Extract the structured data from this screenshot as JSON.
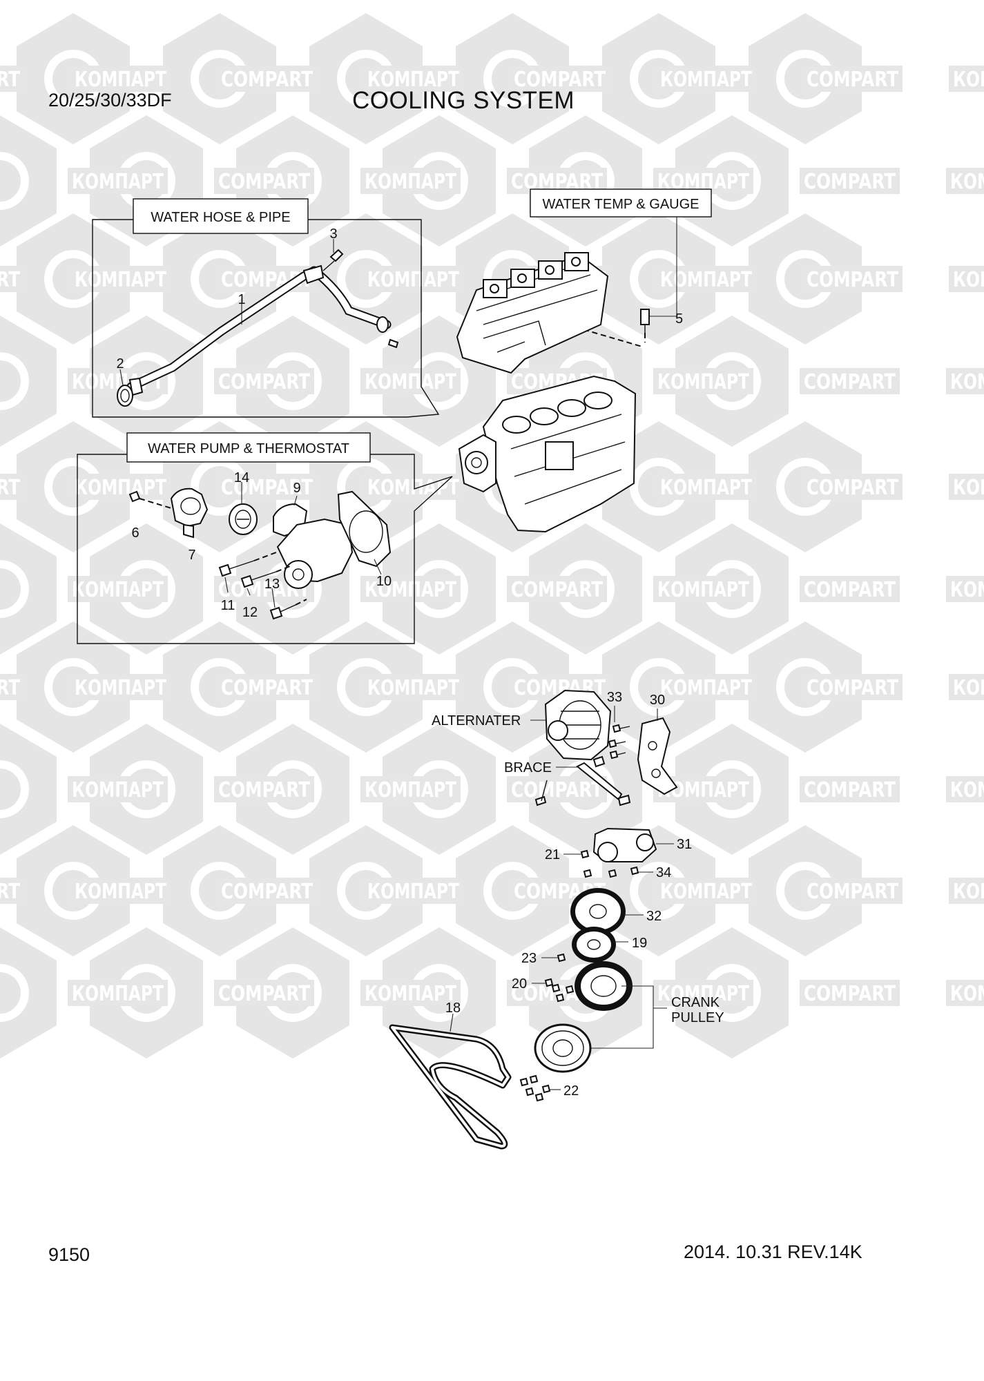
{
  "header": {
    "model": "20/25/30/33DF",
    "title": "COOLING SYSTEM"
  },
  "footer": {
    "page_number": "9150",
    "revision": "2014. 10.31  REV.14K"
  },
  "watermark": {
    "text_cyrillic": "КОМПАРТ",
    "text_latin": "COMPART"
  },
  "groups": {
    "hose": "WATER HOSE & PIPE",
    "temp": "WATER TEMP & GAUGE",
    "pump": "WATER PUMP & THERMOSTAT"
  },
  "callouts": {
    "alternater": "ALTERNATER",
    "brace": "BRACE",
    "crank_line1": "CRANK",
    "crank_line2": "PULLEY"
  },
  "parts": {
    "p1": "1",
    "p2": "2",
    "p3": "3",
    "p5": "5",
    "p6": "6",
    "p7": "7",
    "p9": "9",
    "p10": "10",
    "p11": "11",
    "p12": "12",
    "p13": "13",
    "p14": "14",
    "p18": "18",
    "p19": "19",
    "p20": "20",
    "p21": "21",
    "p22": "22",
    "p23": "23",
    "p30": "30",
    "p31": "31",
    "p32": "32",
    "p33": "33",
    "p34": "34"
  }
}
